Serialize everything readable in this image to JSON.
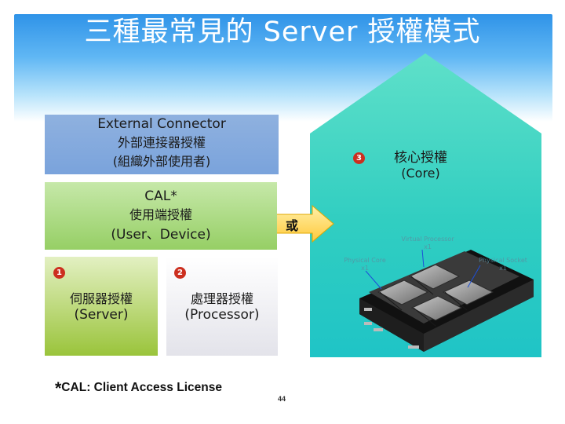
{
  "slide": {
    "title": "三種最常見的 Server 授權模式",
    "external_connector": {
      "label_en": "External Connector",
      "label_zh": "外部連接器授權",
      "label_note": "(組織外部使用者)"
    },
    "cal": {
      "label_en": "CAL*",
      "label_zh": "使用端授權",
      "label_note": "(User、Device)"
    },
    "server_license": {
      "badge": "1",
      "label_zh": "伺服器授權",
      "label_en": "(Server)"
    },
    "processor_license": {
      "badge": "2",
      "label_zh": "處理器授權",
      "label_en": "(Processor)"
    },
    "core_license": {
      "badge": "3",
      "label_zh": "核心授權",
      "label_en": "(Core)"
    },
    "or_label": "或",
    "footnote_star": "*",
    "footnote": "CAL: Client Access License",
    "page_number": "44",
    "colors": {
      "title_band": "#2f93e8",
      "external_connector": "#7aa3dc",
      "cal": "#96cf65",
      "server": "#9ac43b",
      "core_house": "#2ccfc0",
      "arrow": "#ffd766",
      "badge": "#cc2f1f"
    }
  }
}
